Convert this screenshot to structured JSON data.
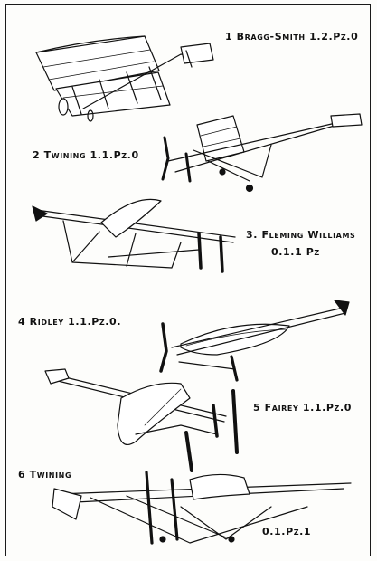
{
  "labels": {
    "m1": "1 Bragg-Smith 1.2.Pz.0",
    "m2": "2 Twining 1.1.Pz.0",
    "m3_name": "3. Fleming Williams",
    "m3_code": "0.1.1 Pz",
    "m4": "4 Ridley 1.1.Pz.0.",
    "m5": "5 Fairey 1.1.Pz.0",
    "m6_name": "6 Twining",
    "m6_code": "0.1.Pz.1"
  },
  "colors": {
    "ink": "#111111",
    "paper": "#fdfdfb"
  }
}
